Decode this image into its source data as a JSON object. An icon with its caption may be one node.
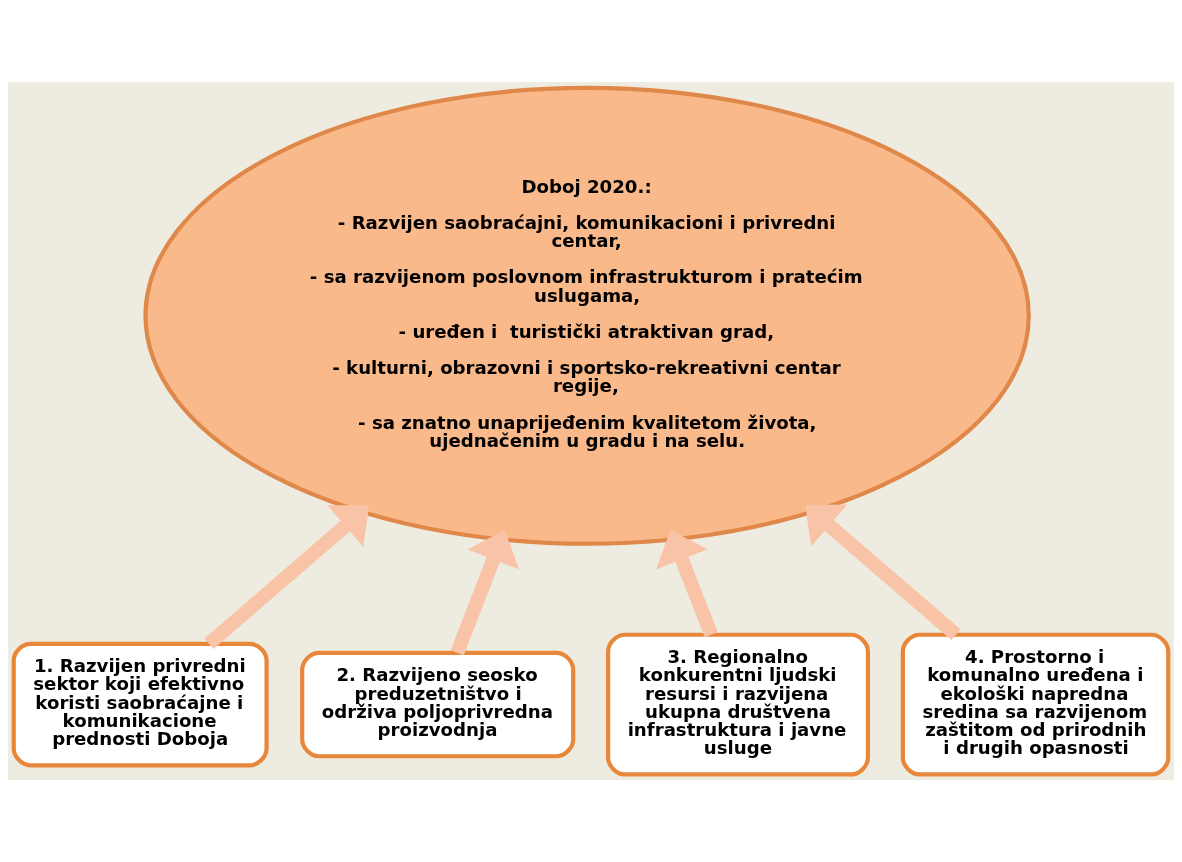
{
  "diagram": {
    "nodes": [
      {
        "text": [
          "Doboj 2020.:",
          "- Razvijen saobraćajni, komunikacioni i privredni centar,",
          "- sa razvijenom poslovnom infrastrukturom i pratećim uslugama,",
          "- uređen i  turistički atraktivan grad,",
          "- kulturni, obrazovni i sportsko-rekreativni centar regije,",
          "- sa znatno unaprijeđenim kvalitetom života, ujednačenim u gradu i na selu."
        ]
      },
      {
        "text": [
          "1. Razvijen privredni sektor koji efektivno koristi saobraćajne i komunikacione prednosti Doboja"
        ]
      },
      {
        "text": [
          "2. Razvijeno seosko preduzetništvo i održiva poljoprivredna proizvodnja"
        ]
      },
      {
        "text": [
          "3. Regionalno konkurentni ljudski resursi i razvijena ukupna društvena infrastruktura i javne usluge"
        ]
      },
      {
        "text": [
          "4. Prostorno i komunalno uređena i ekološki napredna sredina sa razvijenom zaštitom od prirodnih i drugih opasnosti"
        ]
      }
    ],
    "edges": [
      {
        "from": 1,
        "to": 0,
        "arrow": "to"
      },
      {
        "from": 2,
        "to": 0,
        "arrow": "to"
      },
      {
        "from": 3,
        "to": 0,
        "arrow": "to"
      },
      {
        "from": 4,
        "to": 0,
        "arrow": "to"
      }
    ]
  }
}
